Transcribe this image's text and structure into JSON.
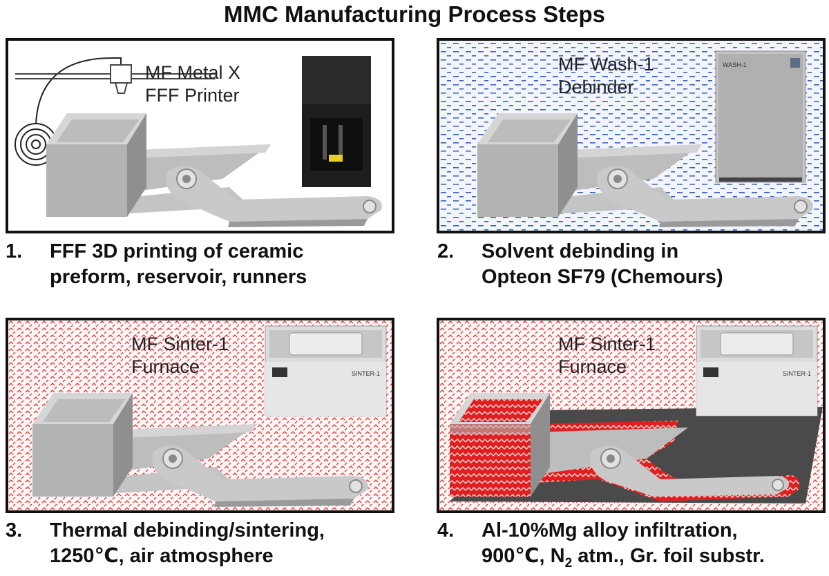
{
  "title": "MMC Manufacturing Process Steps",
  "panels": [
    {
      "label_line1": "MF Metal X",
      "label_line2": "FFF Printer",
      "number": "1.",
      "caption_line1": "FFF 3D printing of ceramic",
      "caption_line2": "preform, reservoir, runners"
    },
    {
      "label_line1": "MF Wash-1",
      "label_line2": "Debinder",
      "machine_text": "WASH-1",
      "number": "2.",
      "caption_line1": "Solvent debinding in",
      "caption_line2": "Opteon SF79 (Chemours)"
    },
    {
      "label_line1": "MF Sinter-1",
      "label_line2": "Furnace",
      "machine_text": "SINTER-1",
      "number": "3.",
      "caption_line1": "Thermal debinding/sintering,",
      "caption_line2": "1250℃, air atmosphere"
    },
    {
      "label_line1": "MF Sinter-1",
      "label_line2": "Furnace",
      "machine_text": "SINTER-1",
      "number": "4.",
      "caption_line1": "Al-10%Mg alloy infiltration,",
      "caption_line2_a": "900℃, N",
      "caption_line2_sub": "2",
      "caption_line2_b": " atm., Gr. foil substr."
    }
  ],
  "colors": {
    "border": "#111111",
    "part_light": "#cfcfcf",
    "part_mid": "#a8a8a8",
    "part_dark": "#8d8d8d",
    "solvent_dash": "#3a63b8",
    "heat_dash": "#e53030",
    "infiltrated": "#e02020",
    "graphite_foil": "#4a4a4a"
  }
}
